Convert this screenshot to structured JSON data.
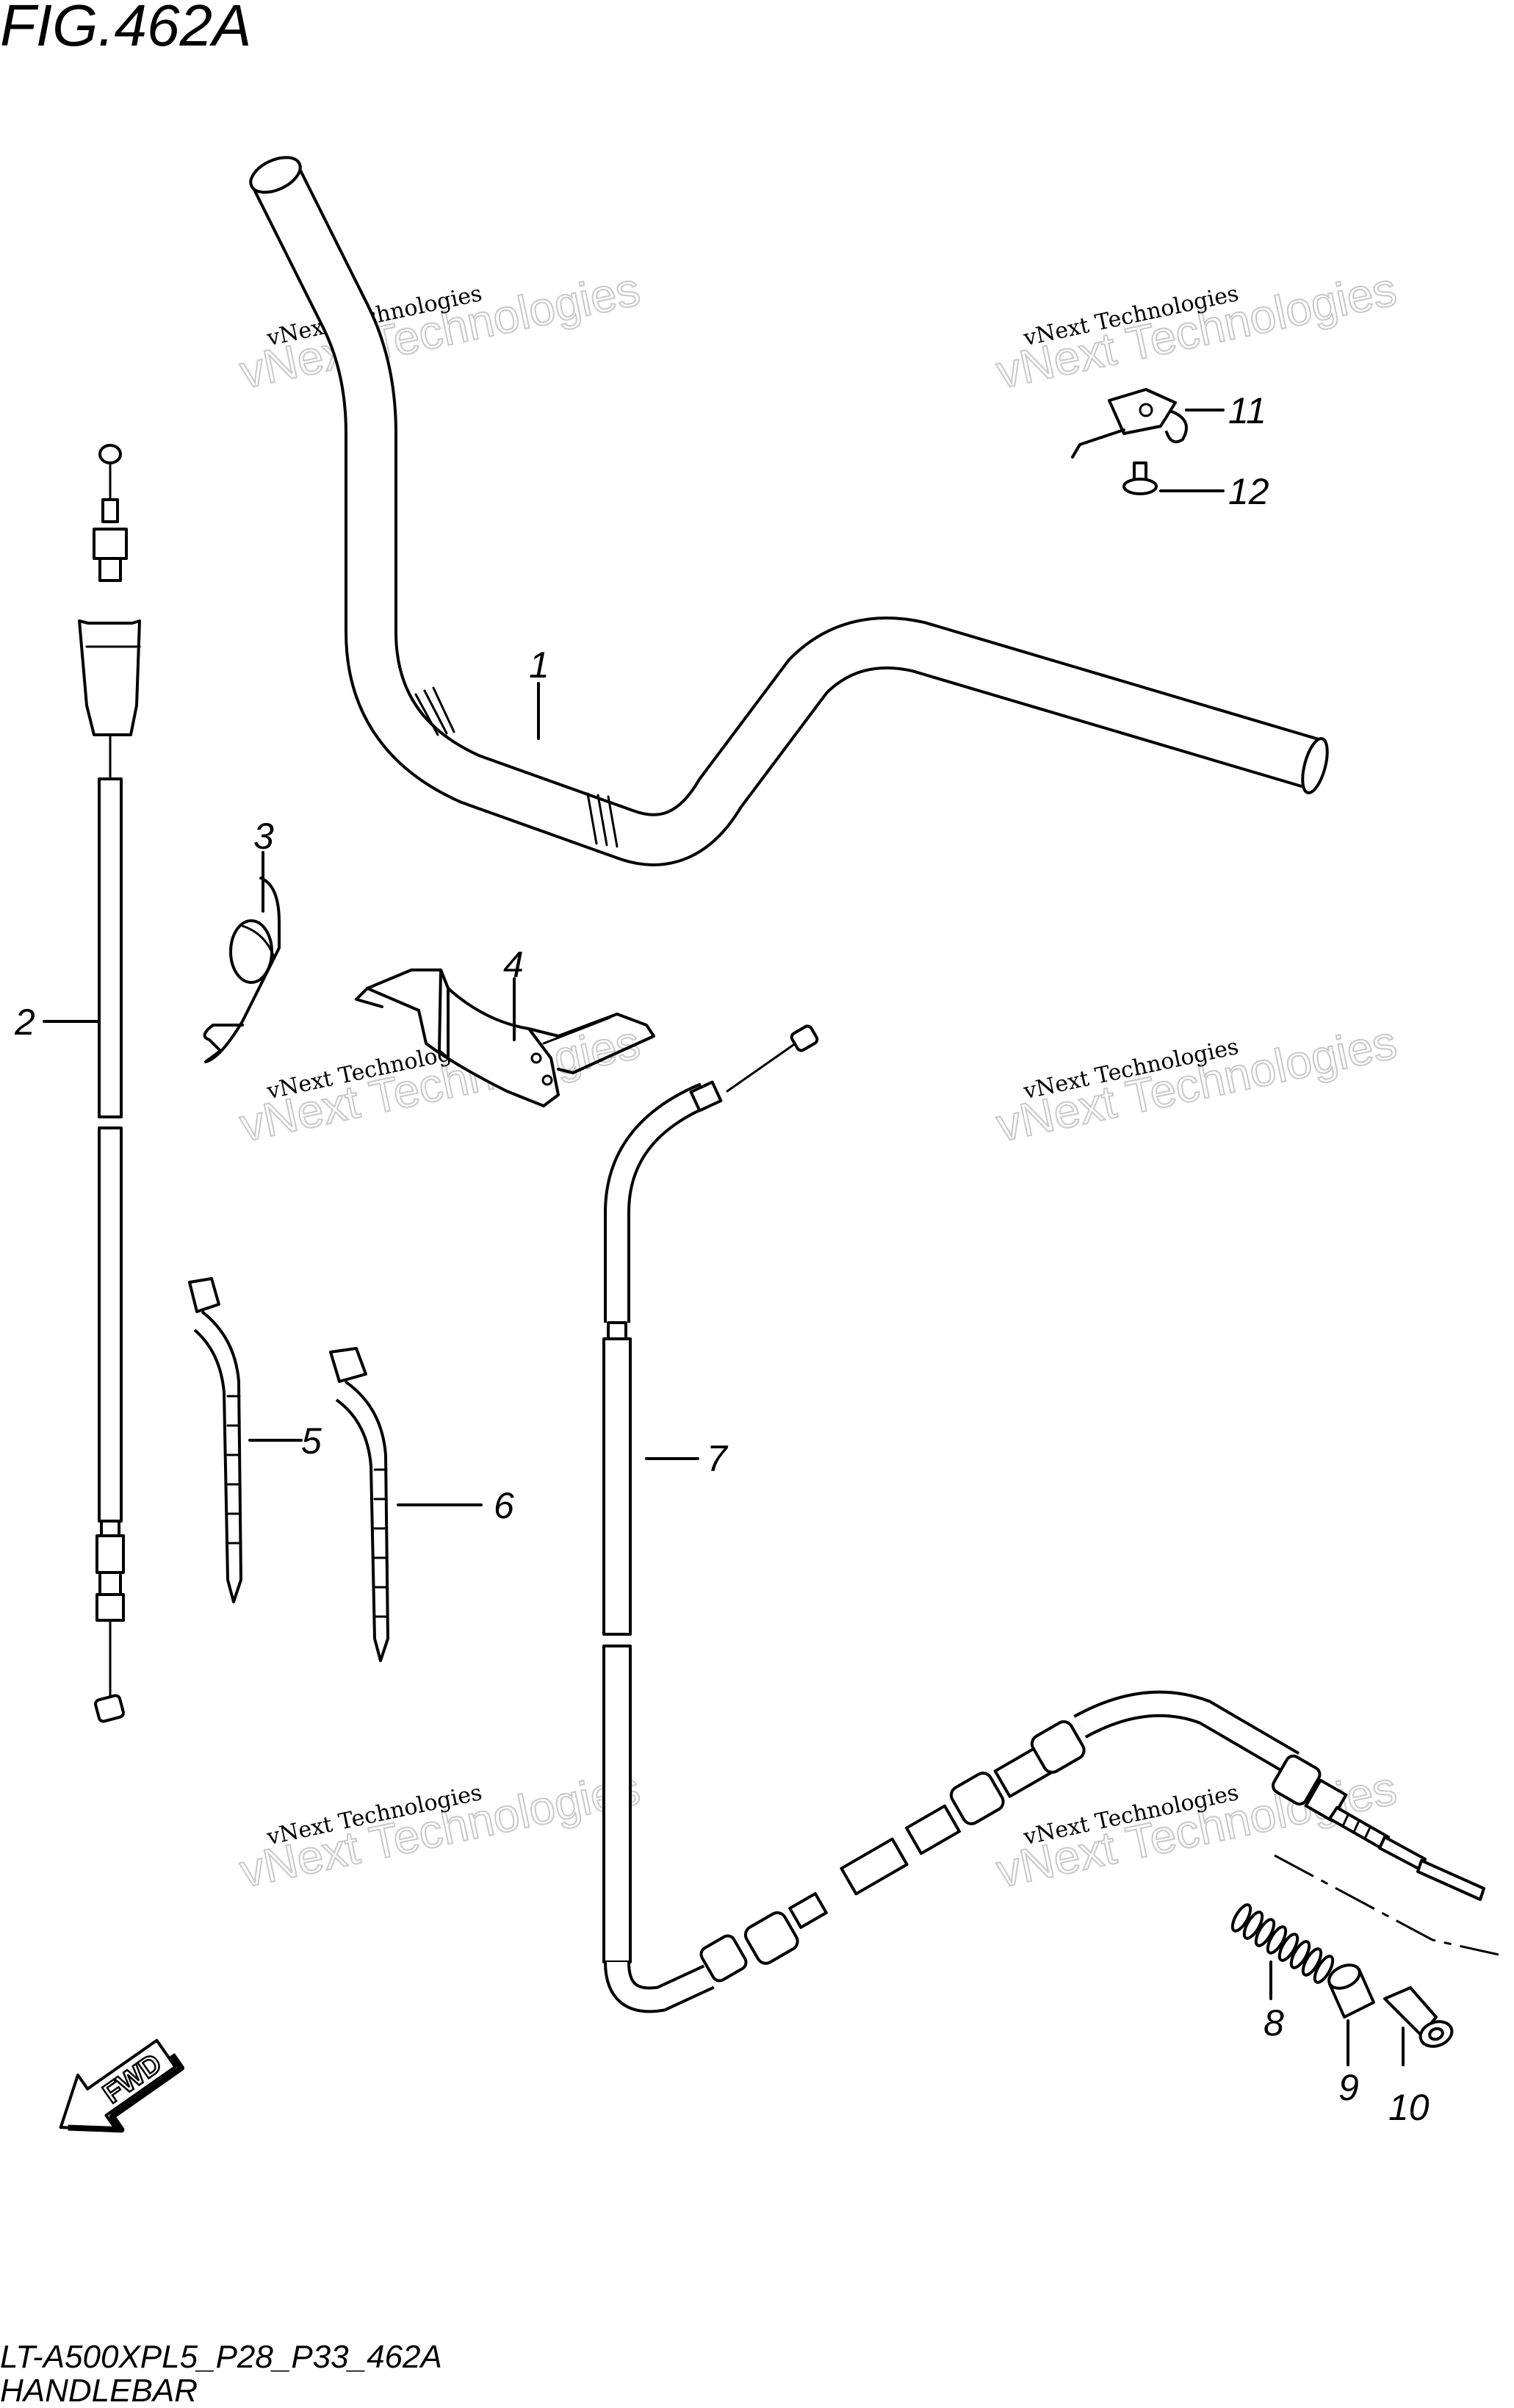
{
  "figure": {
    "title": "FIG.462A"
  },
  "footer": {
    "model_code": "LT-A500XPL5_P28_P33_462A",
    "section_name": "HANDLEBAR"
  },
  "fwd_arrow": {
    "label": "FWD"
  },
  "watermark": {
    "line1": "vNext Technologies",
    "line2": "vNext Technologies"
  },
  "callouts": [
    "1",
    "2",
    "3",
    "4",
    "5",
    "6",
    "7",
    "8",
    "9",
    "10",
    "11",
    "12"
  ]
}
